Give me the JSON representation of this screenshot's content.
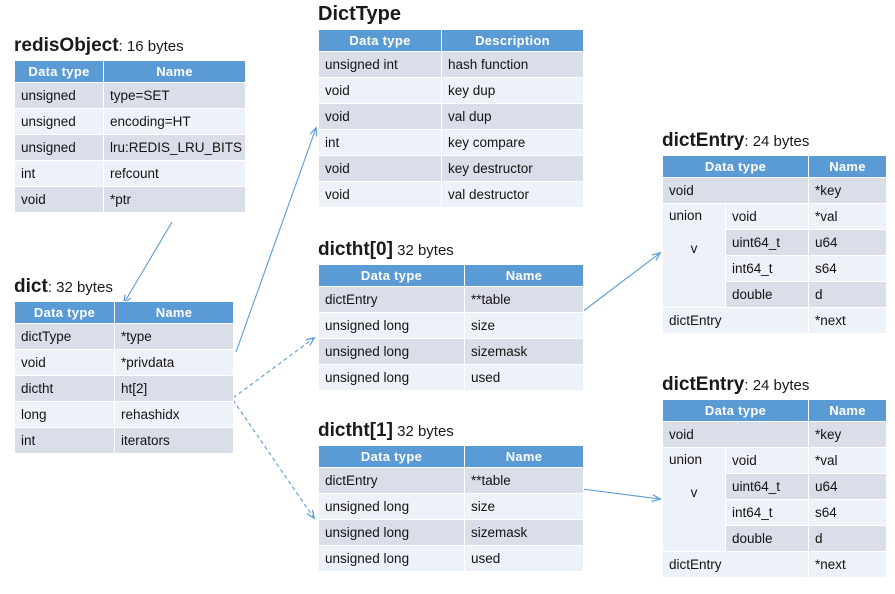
{
  "diagram": {
    "title_style": "redis data structure layout",
    "accent_header_color": "#5B9BD5",
    "row_color_odd": "#D9DEE8",
    "row_color_even": "#EDF1F8",
    "arrow_color": "#5B9BD5"
  },
  "structs": {
    "redisObject": {
      "name": "redisObject",
      "size": ": 16 bytes",
      "headers": [
        "Data type",
        "Name"
      ],
      "rows": [
        [
          "unsigned",
          "type=SET"
        ],
        [
          "unsigned",
          "encoding=HT"
        ],
        [
          "unsigned",
          "lru:REDIS_LRU_BITS"
        ],
        [
          "int",
          "refcount"
        ],
        [
          "void",
          "*ptr"
        ]
      ]
    },
    "dict": {
      "name": "dict",
      "size": ": 32 bytes",
      "headers": [
        "Data type",
        "Name"
      ],
      "rows": [
        [
          "dictType",
          "*type"
        ],
        [
          "void",
          "*privdata"
        ],
        [
          "dictht",
          "ht[2]"
        ],
        [
          "long",
          "rehashidx"
        ],
        [
          "int",
          "iterators"
        ]
      ]
    },
    "dictType": {
      "name": "DictType",
      "size": "",
      "headers": [
        "Data type",
        "Description"
      ],
      "rows": [
        [
          "unsigned  int",
          "hash function"
        ],
        [
          "void",
          "key dup"
        ],
        [
          "void",
          "val dup"
        ],
        [
          "int",
          "key compare"
        ],
        [
          "void",
          "key destructor"
        ],
        [
          "void",
          "val destructor"
        ]
      ]
    },
    "dictht0": {
      "name": "dictht[0]",
      "size": " 32 bytes",
      "headers": [
        "Data type",
        "Name"
      ],
      "rows": [
        [
          "dictEntry",
          "**table"
        ],
        [
          "unsigned  long",
          "size"
        ],
        [
          "unsigned  long",
          "sizemask"
        ],
        [
          "unsigned  long",
          "used"
        ]
      ]
    },
    "dictht1": {
      "name": "dictht[1]",
      "size": " 32 bytes",
      "headers": [
        "Data type",
        "Name"
      ],
      "rows": [
        [
          "dictEntry",
          "**table"
        ],
        [
          "unsigned  long",
          "size"
        ],
        [
          "unsigned  long",
          "sizemask"
        ],
        [
          "unsigned  long",
          "used"
        ]
      ]
    },
    "dictEntryTop": {
      "name": "dictEntry",
      "size": ": 24 bytes",
      "headers": [
        "Data type",
        "Name"
      ],
      "union_label": "union",
      "union_var": "v",
      "rows": [
        [
          "void",
          "*key"
        ],
        [
          "void",
          "*val"
        ],
        [
          "uint64_t",
          "u64"
        ],
        [
          "int64_t",
          "s64"
        ],
        [
          "double",
          "d"
        ],
        [
          "dictEntry",
          "*next"
        ]
      ]
    },
    "dictEntryBottom": {
      "name": "dictEntry",
      "size": ": 24 bytes",
      "headers": [
        "Data type",
        "Name"
      ],
      "union_label": "union",
      "union_var": "v",
      "rows": [
        [
          "void",
          "*key"
        ],
        [
          "void",
          "*val"
        ],
        [
          "uint64_t",
          "u64"
        ],
        [
          "int64_t",
          "s64"
        ],
        [
          "double",
          "d"
        ],
        [
          "dictEntry",
          "*next"
        ]
      ]
    }
  },
  "connections": [
    {
      "name": "redisObject-ptr-to-dict",
      "style": "solid"
    },
    {
      "name": "dict-type-to-dicttype",
      "style": "solid"
    },
    {
      "name": "dict-ht0-to-dictht0",
      "style": "dashed"
    },
    {
      "name": "dict-ht1-to-dictht1",
      "style": "dashed"
    },
    {
      "name": "dictht0-table-to-dictentry",
      "style": "solid"
    },
    {
      "name": "dictht1-table-to-dictentry",
      "style": "solid"
    }
  ]
}
